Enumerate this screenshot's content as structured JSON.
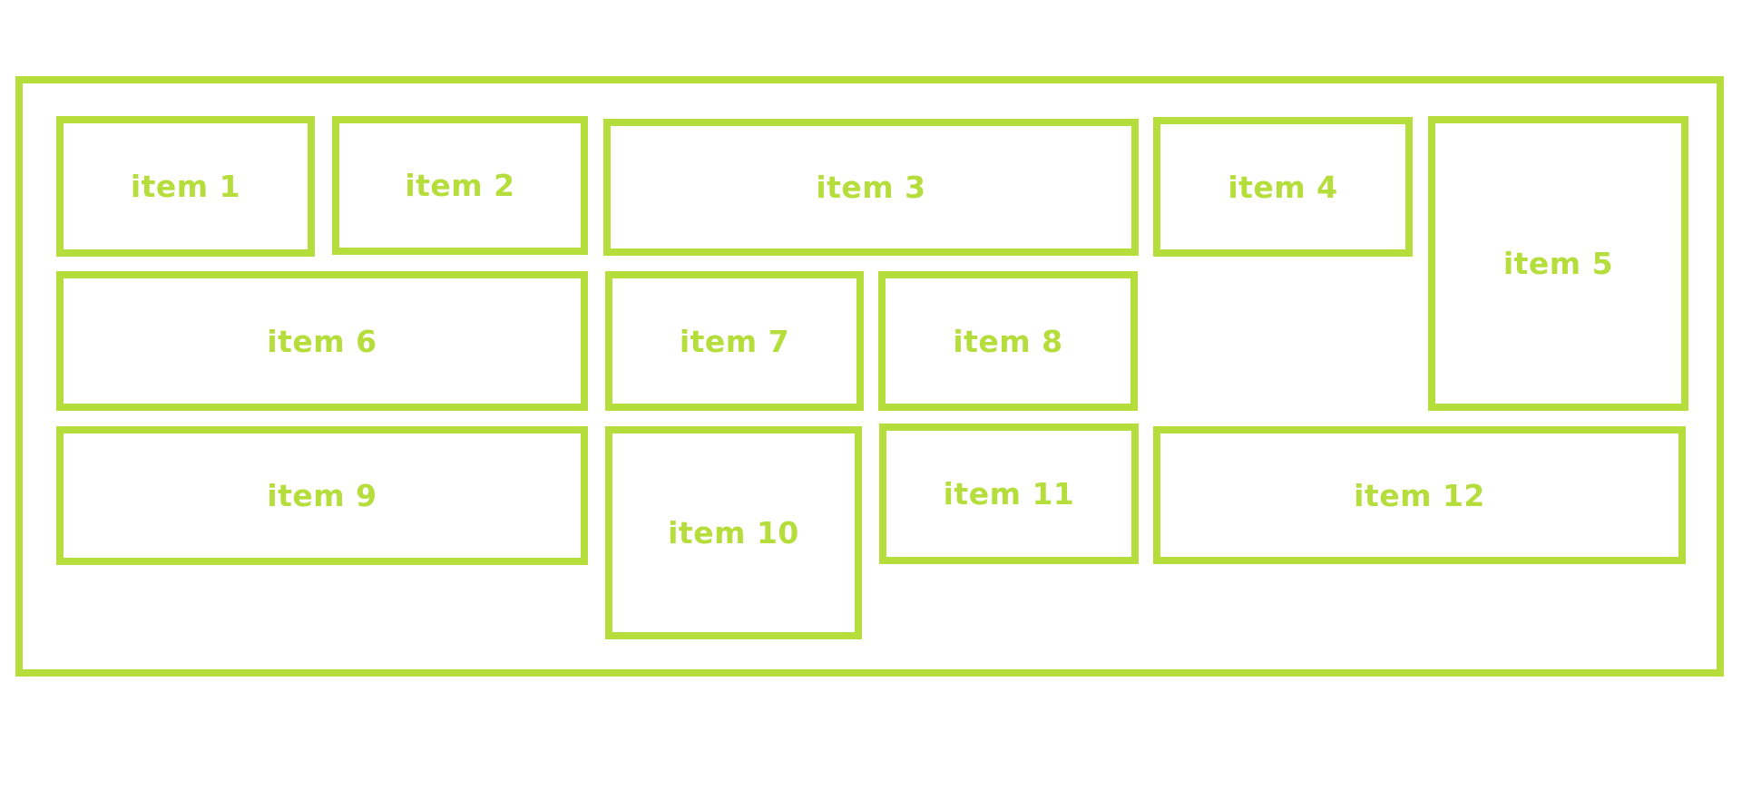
{
  "items": [
    {
      "label": "item 1"
    },
    {
      "label": "item 2"
    },
    {
      "label": "item 3"
    },
    {
      "label": "item 4"
    },
    {
      "label": "item 5"
    },
    {
      "label": "item 6"
    },
    {
      "label": "item 7"
    },
    {
      "label": "item 8"
    },
    {
      "label": "item 9"
    },
    {
      "label": "item 10"
    },
    {
      "label": "item 11"
    },
    {
      "label": "item 12"
    }
  ],
  "colors": {
    "accent": "#b5dd3b",
    "background": "#ffffff"
  }
}
